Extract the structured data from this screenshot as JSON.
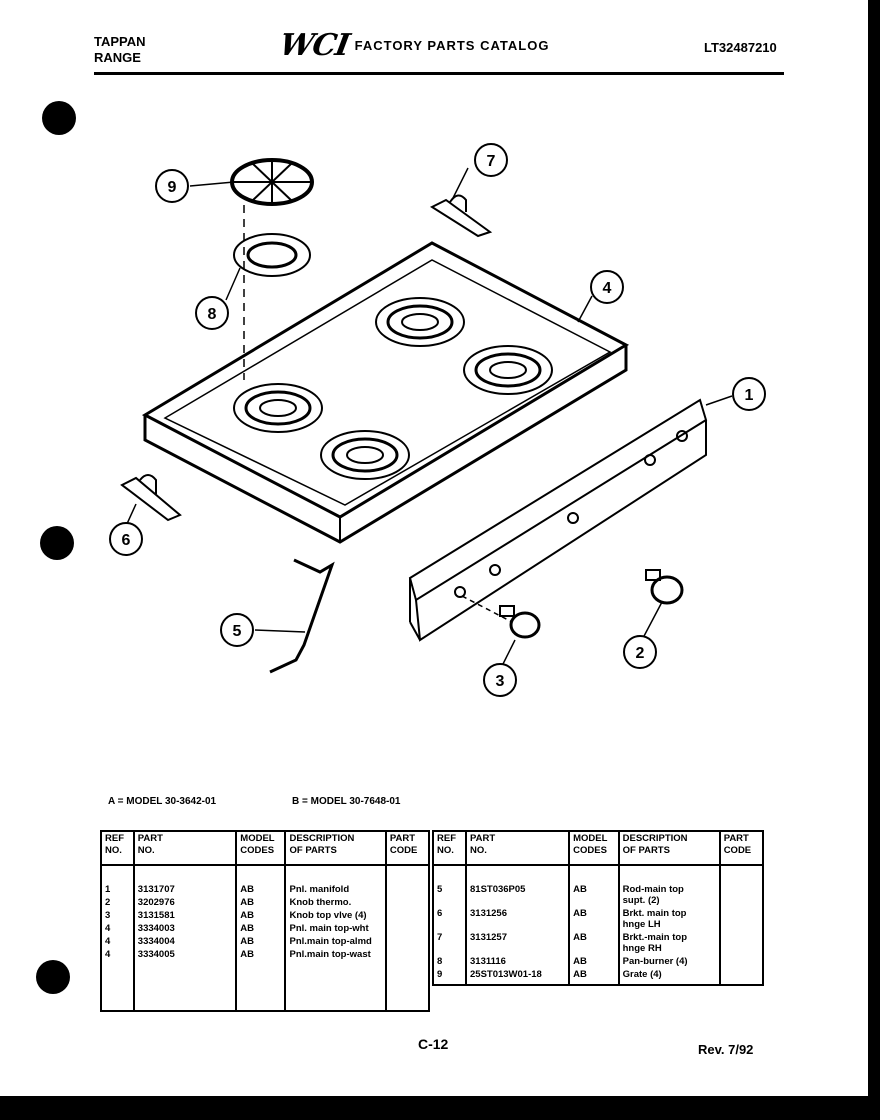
{
  "header": {
    "brand_line1": "TAPPAN",
    "brand_line2": "RANGE",
    "logo": "WCI",
    "catalog_title": "FACTORY PARTS CATALOG",
    "doc_number": "LT32487210"
  },
  "callouts": [
    "1",
    "2",
    "3",
    "4",
    "5",
    "6",
    "7",
    "8",
    "9"
  ],
  "models": {
    "a": "A = MODEL 30-3642-01",
    "b": "B = MODEL 30-7648-01"
  },
  "table_headers": {
    "ref": [
      "REF",
      "NO."
    ],
    "part": [
      "PART",
      "NO."
    ],
    "model": [
      "MODEL",
      "CODES"
    ],
    "desc": [
      "DESCRIPTION",
      "OF PARTS"
    ],
    "code": [
      "PART",
      "CODE"
    ]
  },
  "left_rows": [
    {
      "ref": "1",
      "part": "3131707",
      "model": "AB",
      "desc": "Pnl. manifold"
    },
    {
      "ref": "2",
      "part": "3202976",
      "model": "AB",
      "desc": "Knob thermo."
    },
    {
      "ref": "3",
      "part": "3131581",
      "model": "AB",
      "desc": "Knob top vlve (4)"
    },
    {
      "ref": "4",
      "part": "3334003",
      "model": "AB",
      "desc": "Pnl. main top-wht"
    },
    {
      "ref": "4",
      "part": "3334004",
      "model": "AB",
      "desc": "Pnl.main top-almd"
    },
    {
      "ref": "4",
      "part": "3334005",
      "model": "AB",
      "desc": "Pnl.main top-wast"
    }
  ],
  "right_rows": [
    {
      "ref": "5",
      "part": "81ST036P05",
      "model": "AB",
      "desc": "Rod-main top",
      "desc2": "supt. (2)"
    },
    {
      "ref": "6",
      "part": "3131256",
      "model": "AB",
      "desc": "Brkt. main top",
      "desc2": "hnge LH"
    },
    {
      "ref": "7",
      "part": "3131257",
      "model": "AB",
      "desc": "Brkt.-main top",
      "desc2": "hnge RH"
    },
    {
      "ref": "8",
      "part": "3131116",
      "model": "AB",
      "desc": "Pan-burner (4)",
      "desc2": ""
    },
    {
      "ref": "9",
      "part": "25ST013W01-18",
      "model": "AB",
      "desc": "Grate (4)",
      "desc2": ""
    }
  ],
  "footer": {
    "page": "C-12",
    "revision": "Rev. 7/92"
  }
}
